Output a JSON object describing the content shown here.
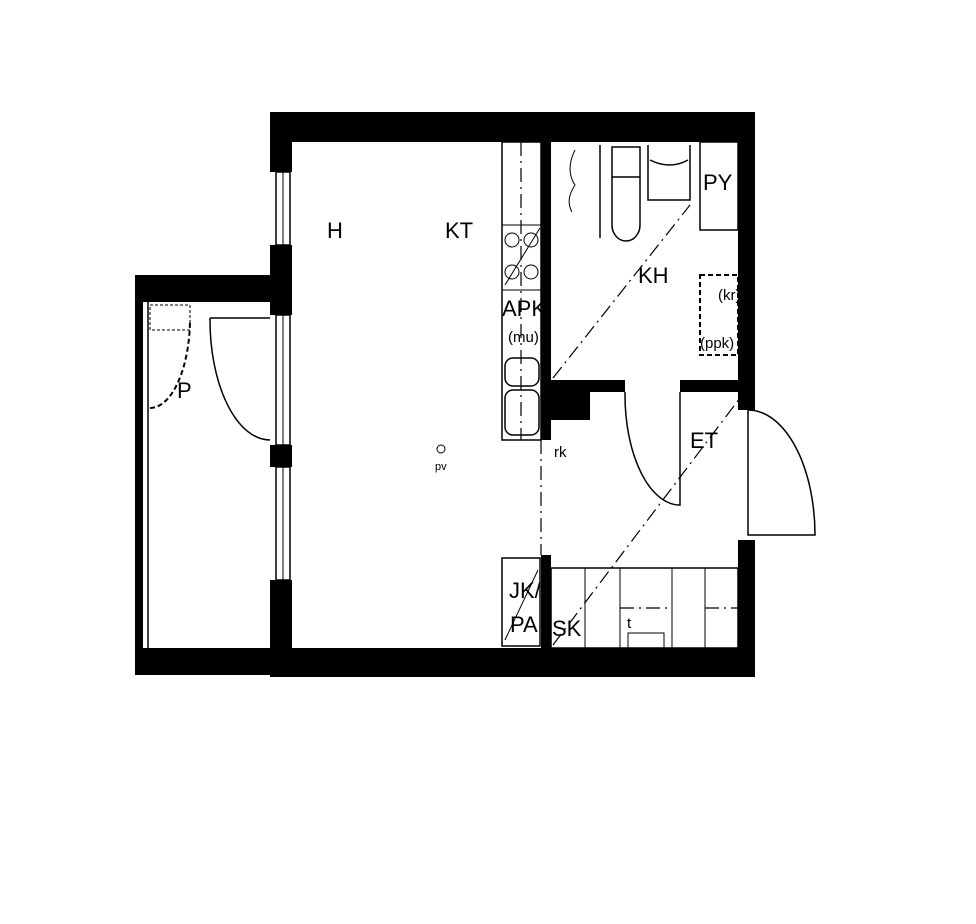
{
  "floor_plan": {
    "rooms": {
      "living": "H",
      "kitchen": "KT",
      "bathroom": "KH",
      "hall": "ET",
      "balcony": "P"
    },
    "fixtures": {
      "washing_machine": "PY",
      "dryer_cabinet": "(kr)",
      "drying_cabinet": "(ppk)",
      "dishwasher": "APK",
      "microwave": "(mu)",
      "cleaning_closet": "rk",
      "fridge_freezer_top": "JK/",
      "fridge_freezer_bottom": "PA",
      "wardrobe": "SK",
      "shelf": "t",
      "ventilation": "pv"
    }
  }
}
